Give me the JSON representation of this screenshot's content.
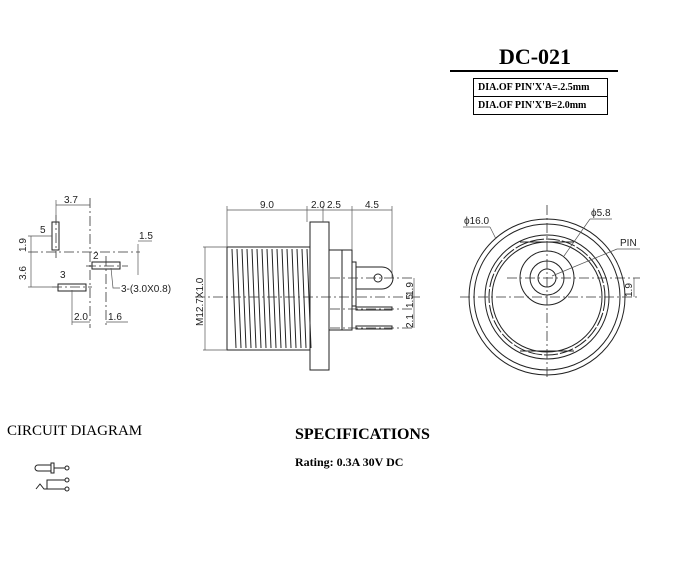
{
  "title": "DC-021",
  "pin_specs": [
    "DIA.OF PIN'X'A=.2.5mm",
    "DIA.OF PIN'X'B=2.0mm"
  ],
  "circuit_heading": "CIRCUIT DIAGRAM",
  "spec_heading": "SPECIFICATIONS",
  "rating": "Rating: 0.3A 30V DC",
  "pinout_view": {
    "dims": [
      "3.7",
      "1.9",
      "3.6",
      "1.5",
      "2.0",
      "1.6"
    ],
    "pins": [
      "5",
      "2",
      "3"
    ],
    "pin_size": "3-(3.0X0.8)"
  },
  "side_view": {
    "dims": [
      "9.0",
      "2.0",
      "2.5",
      "4.5",
      "M12.7X1.0",
      "1.9",
      "1.5",
      "2.1"
    ]
  },
  "front_view": {
    "dims": [
      "ϕ16.0",
      "ϕ5.8",
      "PIN",
      "1.9"
    ]
  }
}
